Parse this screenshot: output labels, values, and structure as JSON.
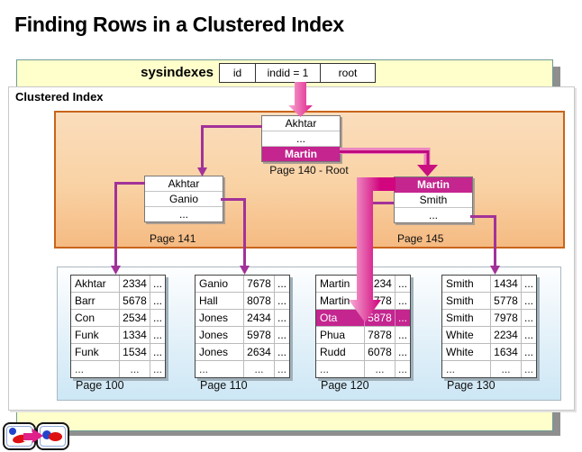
{
  "title": "Finding Rows in a Clustered Index",
  "sysindexes": {
    "label": "sysindexes",
    "columns": [
      "id",
      "indid = 1",
      "root"
    ]
  },
  "clustered_index": {
    "label": "Clustered Index"
  },
  "btree": {
    "root": {
      "rows": [
        "Akhtar",
        "...",
        "Martin"
      ],
      "highlighted_row": "Martin",
      "caption": "Page 140 - Root"
    },
    "intermediate": [
      {
        "rows": [
          "Akhtar",
          "Ganio",
          "..."
        ],
        "highlighted_row": null,
        "caption": "Page 141"
      },
      {
        "rows": [
          "Martin",
          "Smith",
          "..."
        ],
        "highlighted_row": "Martin",
        "caption": "Page 145"
      }
    ]
  },
  "leaf_pages": [
    {
      "caption": "Page 100",
      "highlighted_row": null,
      "rows": [
        [
          "Akhtar",
          "2334",
          "..."
        ],
        [
          "Barr",
          "5678",
          "..."
        ],
        [
          "Con",
          "2534",
          "..."
        ],
        [
          "Funk",
          "1334",
          "..."
        ],
        [
          "Funk",
          "1534",
          "..."
        ],
        [
          "...",
          "...",
          "..."
        ]
      ]
    },
    {
      "caption": "Page 110",
      "highlighted_row": null,
      "rows": [
        [
          "Ganio",
          "7678",
          "..."
        ],
        [
          "Hall",
          "8078",
          "..."
        ],
        [
          "Jones",
          "2434",
          "..."
        ],
        [
          "Jones",
          "5978",
          "..."
        ],
        [
          "Jones",
          "2634",
          "..."
        ],
        [
          "...",
          "...",
          "..."
        ]
      ]
    },
    {
      "caption": "Page 120",
      "highlighted_row": "Ota",
      "rows": [
        [
          "Martin",
          "1234",
          "..."
        ],
        [
          "Martin",
          "7778",
          "..."
        ],
        [
          "Ota",
          "5878",
          "..."
        ],
        [
          "Phua",
          "7878",
          "..."
        ],
        [
          "Rudd",
          "6078",
          "..."
        ],
        [
          "...",
          "...",
          "..."
        ]
      ]
    },
    {
      "caption": "Page 130",
      "highlighted_row": null,
      "rows": [
        [
          "Smith",
          "1434",
          "..."
        ],
        [
          "Smith",
          "5778",
          "..."
        ],
        [
          "Smith",
          "7978",
          "..."
        ],
        [
          "White",
          "2234",
          "..."
        ],
        [
          "White",
          "1634",
          "..."
        ],
        [
          "...",
          "...",
          "..."
        ]
      ]
    }
  ],
  "search_path": [
    "sysindexes root pointer",
    "Page 140 Martin entry",
    "Page 145 Martin entry",
    "Page 120 row Ota 5878"
  ],
  "colors": {
    "highlight_magenta": "#C4258F",
    "search_arrow_dark": "#D4127F",
    "search_arrow_light": "#F4AAD2",
    "connector_line": "#A23299",
    "orange_border": "#C8651A",
    "band_yellow": "#FFFFCC",
    "leaf_panel_blue": "#CDE7F5"
  },
  "nav": {
    "icons": [
      "prev-slide-figure-icon",
      "next-slide-figure-icon"
    ]
  }
}
